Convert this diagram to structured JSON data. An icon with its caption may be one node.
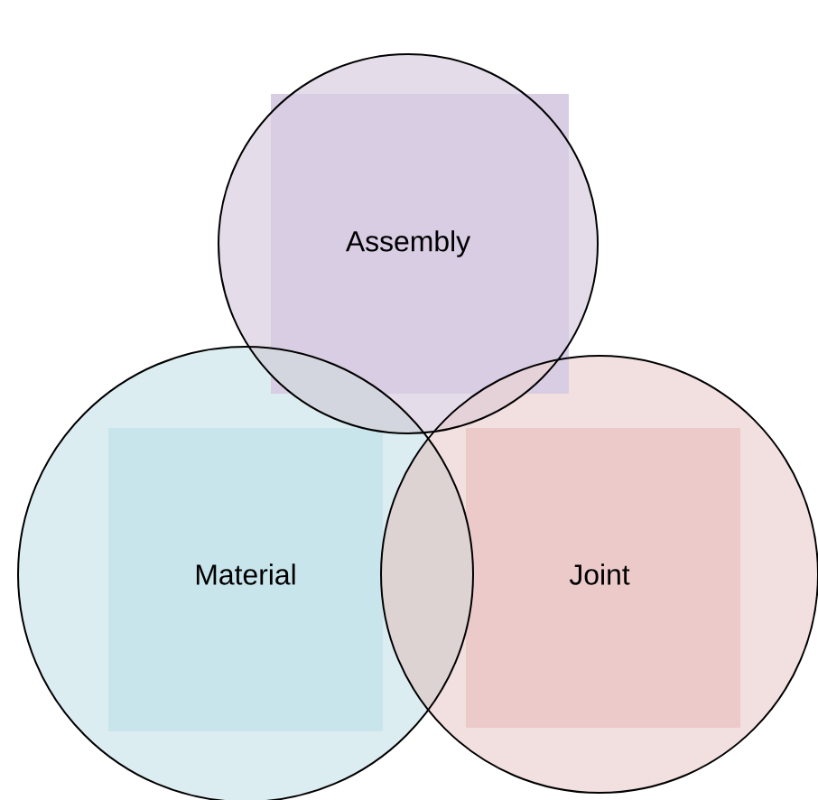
{
  "diagram": {
    "nodes": [
      {
        "text": [
          "Assembly"
        ]
      },
      {
        "text": [
          "Material"
        ]
      },
      {
        "text": [
          "Joint"
        ]
      }
    ]
  }
}
